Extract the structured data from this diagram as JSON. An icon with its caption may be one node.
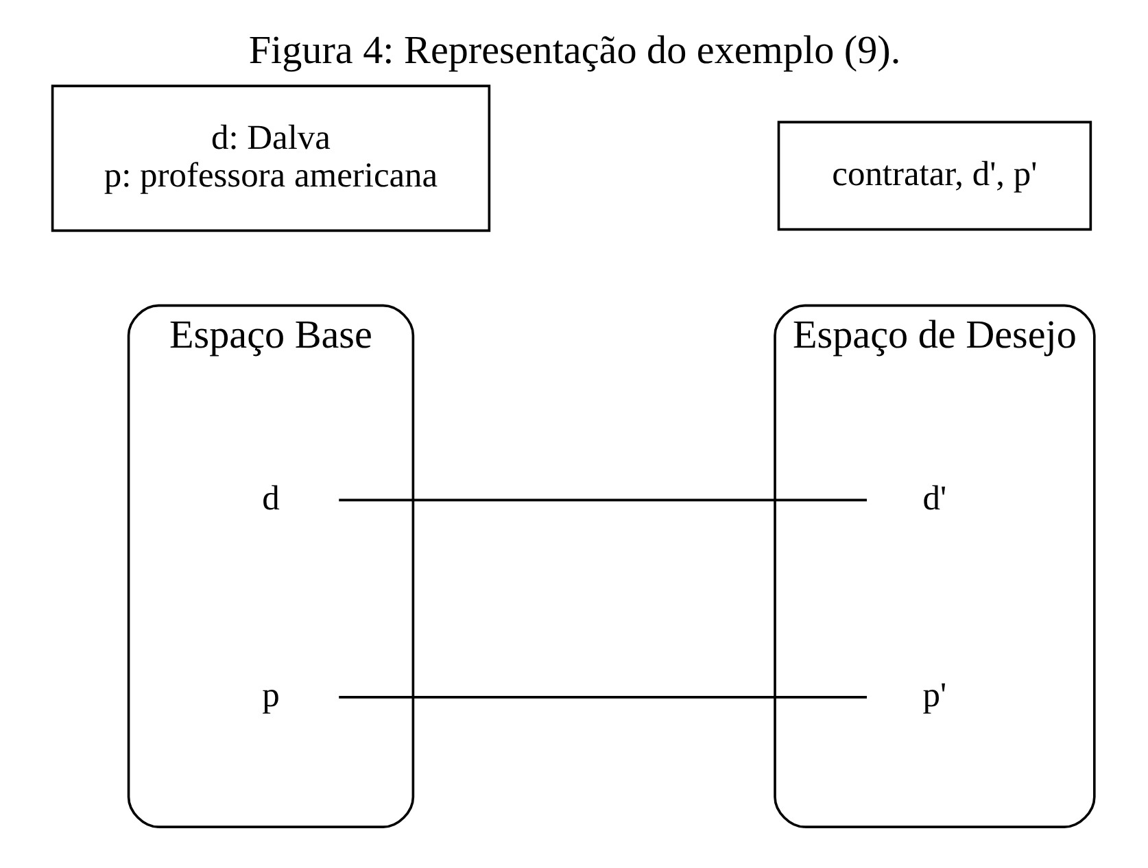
{
  "diagram": {
    "title": "Figura 4: Representação do exemplo (9).",
    "nodes": [
      {
        "text": [
          "Espaço Base"
        ]
      },
      {
        "text": [
          "d"
        ],
        "in": 0
      },
      {
        "text": [
          "p"
        ],
        "in": 0
      },
      {
        "text": [
          "Espaço de Desejo"
        ]
      },
      {
        "text": [
          "d'"
        ],
        "in": 3
      },
      {
        "text": [
          "p'"
        ],
        "in": 3
      },
      {
        "text": [
          "d: Dalva",
          "p: professora americana"
        ]
      },
      {
        "text": [
          "contratar, d', p'"
        ]
      }
    ],
    "edges": [
      {
        "from": 1,
        "to": 4,
        "arrow": "none"
      },
      {
        "from": 2,
        "to": 5,
        "arrow": "none"
      }
    ]
  }
}
